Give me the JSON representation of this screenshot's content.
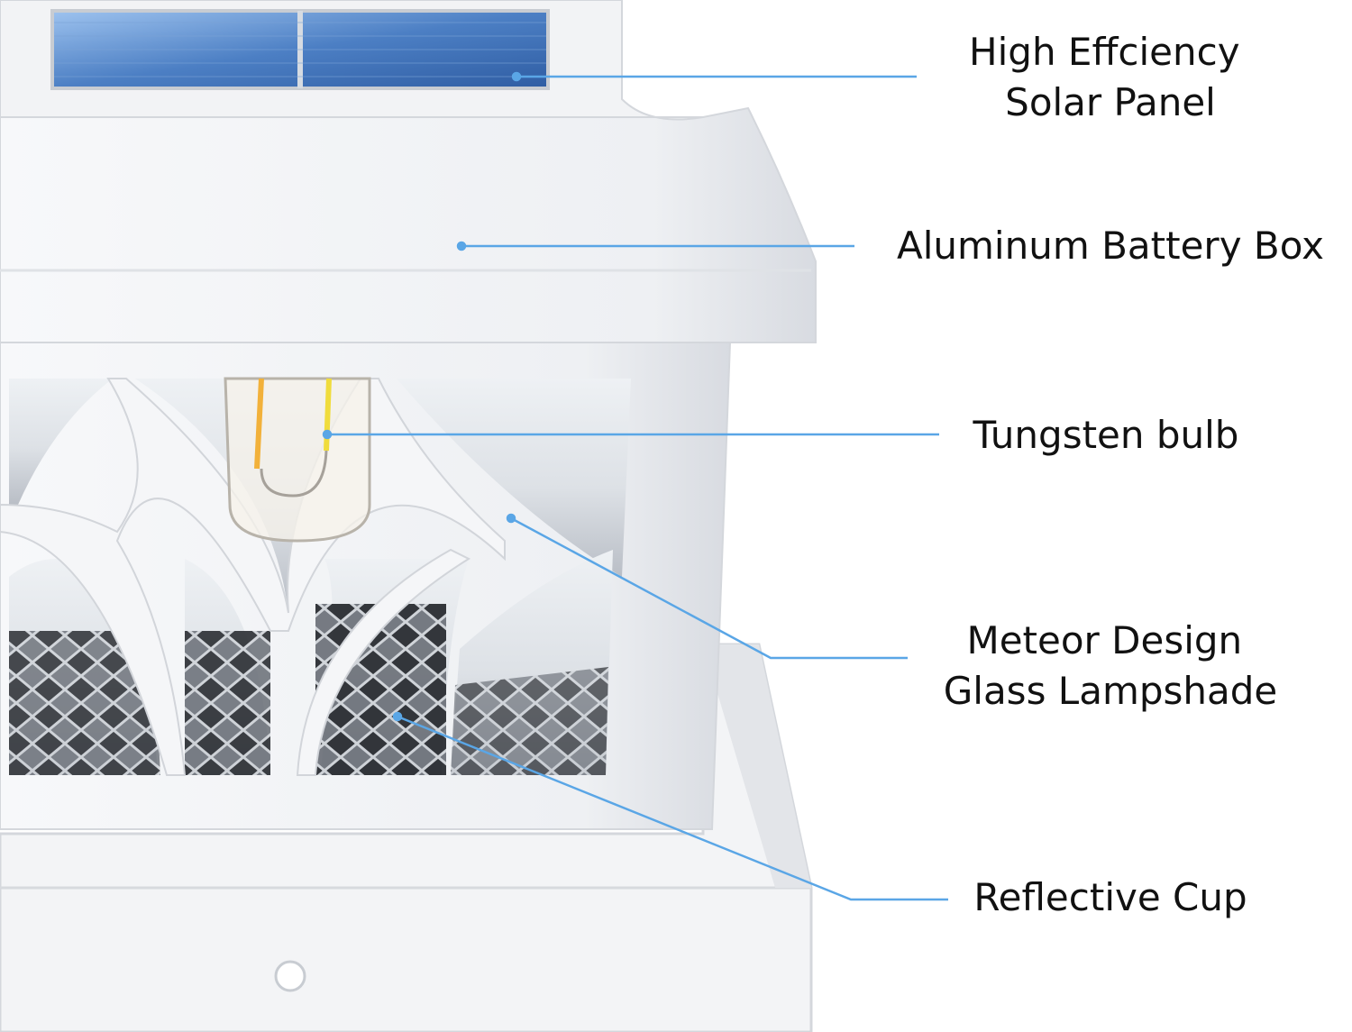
{
  "callouts": [
    {
      "id": "solar-panel",
      "lines": [
        "High Effciency",
        "Solar Panel"
      ]
    },
    {
      "id": "battery-box",
      "lines": [
        "Aluminum Battery Box"
      ]
    },
    {
      "id": "tungsten-bulb",
      "lines": [
        "Tungsten bulb"
      ]
    },
    {
      "id": "glass-lampshade",
      "lines": [
        "Meteor Design",
        "Glass Lampshade"
      ]
    },
    {
      "id": "reflective-cup",
      "lines": [
        "Reflective Cup"
      ]
    }
  ],
  "colors": {
    "leader_line": "#5aa6e6",
    "label_text": "#111111",
    "housing": "#f4f5f7",
    "housing_shadow": "#d9dbe0",
    "solar_panel": "#4c7fc4",
    "filament": "#f2b13a"
  }
}
